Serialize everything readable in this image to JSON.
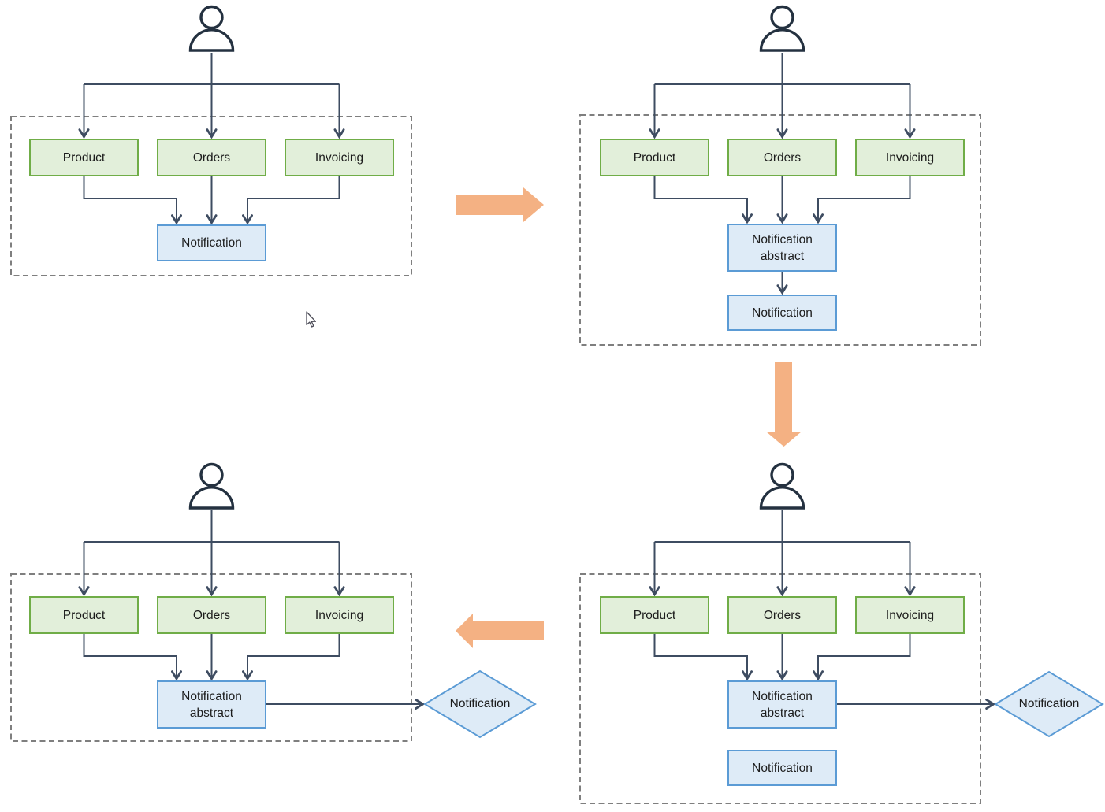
{
  "diagram": {
    "colors": {
      "service_fill": "#e2efda",
      "service_border": "#70ad47",
      "notification_fill": "#deebf7",
      "notification_border": "#5b9bd5",
      "connector": "#3e4c61",
      "person": "#243140",
      "panel_border": "#7f7f7f",
      "transition_arrow": "#f4b183"
    },
    "panels": {
      "top_left": {
        "services": [
          "Product",
          "Orders",
          "Invoicing"
        ],
        "notification": "Notification"
      },
      "top_right": {
        "services": [
          "Product",
          "Orders",
          "Invoicing"
        ],
        "notification_abstract": "Notification abstract",
        "notification": "Notification"
      },
      "bottom_left": {
        "services": [
          "Product",
          "Orders",
          "Invoicing"
        ],
        "notification_abstract": "Notification abstract",
        "notification_diamond": "Notification"
      },
      "bottom_right": {
        "services": [
          "Product",
          "Orders",
          "Invoicing"
        ],
        "notification_abstract": "Notification abstract",
        "notification_diamond": "Notification",
        "notification": "Notification"
      }
    }
  }
}
